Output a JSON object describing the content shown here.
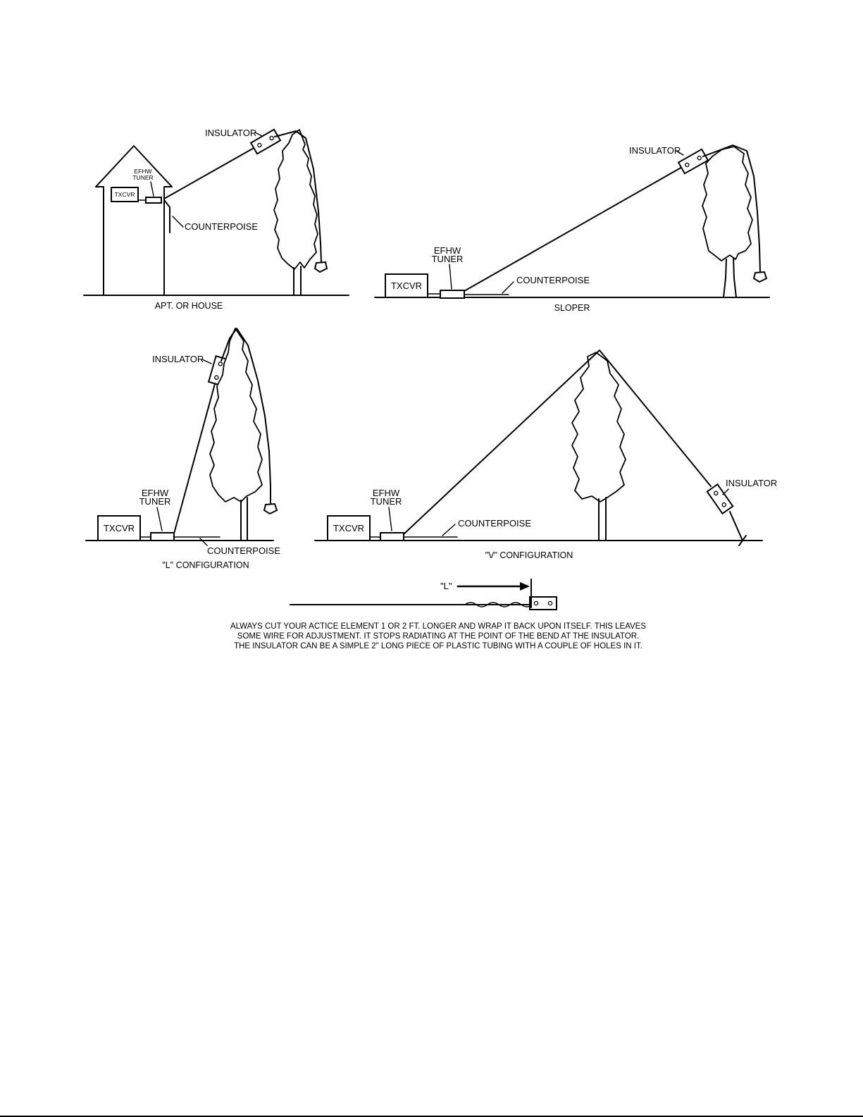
{
  "panels": {
    "apartment": {
      "caption": "APT. OR HOUSE",
      "insulator": "INSULATOR",
      "tuner_line1": "EFHW",
      "tuner_line2": "TUNER",
      "txcvr": "TXCVR",
      "counterpoise": "COUNTERPOISE"
    },
    "sloper": {
      "caption": "SLOPER",
      "insulator": "INSULATOR",
      "tuner_line1": "EFHW",
      "tuner_line2": "TUNER",
      "txcvr": "TXCVR",
      "counterpoise": "COUNTERPOISE"
    },
    "l_config": {
      "caption": "\"L\" CONFIGURATION",
      "insulator": "INSULATOR",
      "tuner_line1": "EFHW",
      "tuner_line2": "TUNER",
      "txcvr": "TXCVR",
      "counterpoise": "COUNTERPOISE"
    },
    "v_config": {
      "caption": "\"V\" CONFIGURATION",
      "insulator": "INSULATOR",
      "tuner_line1": "EFHW",
      "tuner_line2": "TUNER",
      "txcvr": "TXCVR",
      "counterpoise": "COUNTERPOISE"
    }
  },
  "detail": {
    "length_label": "\"L\""
  },
  "note": {
    "line1": "ALWAYS CUT YOUR ACTICE ELEMENT 1 OR 2 FT. LONGER AND WRAP IT BACK UPON ITSELF. THIS LEAVES",
    "line2": "SOME WIRE FOR ADJUSTMENT. IT STOPS RADIATING AT THE POINT OF THE BEND AT THE INSULATOR.",
    "line3": "THE INSULATOR CAN BE A SIMPLE 2\" LONG  PIECE OF PLASTIC TUBING WITH A COUPLE OF HOLES IN IT."
  }
}
